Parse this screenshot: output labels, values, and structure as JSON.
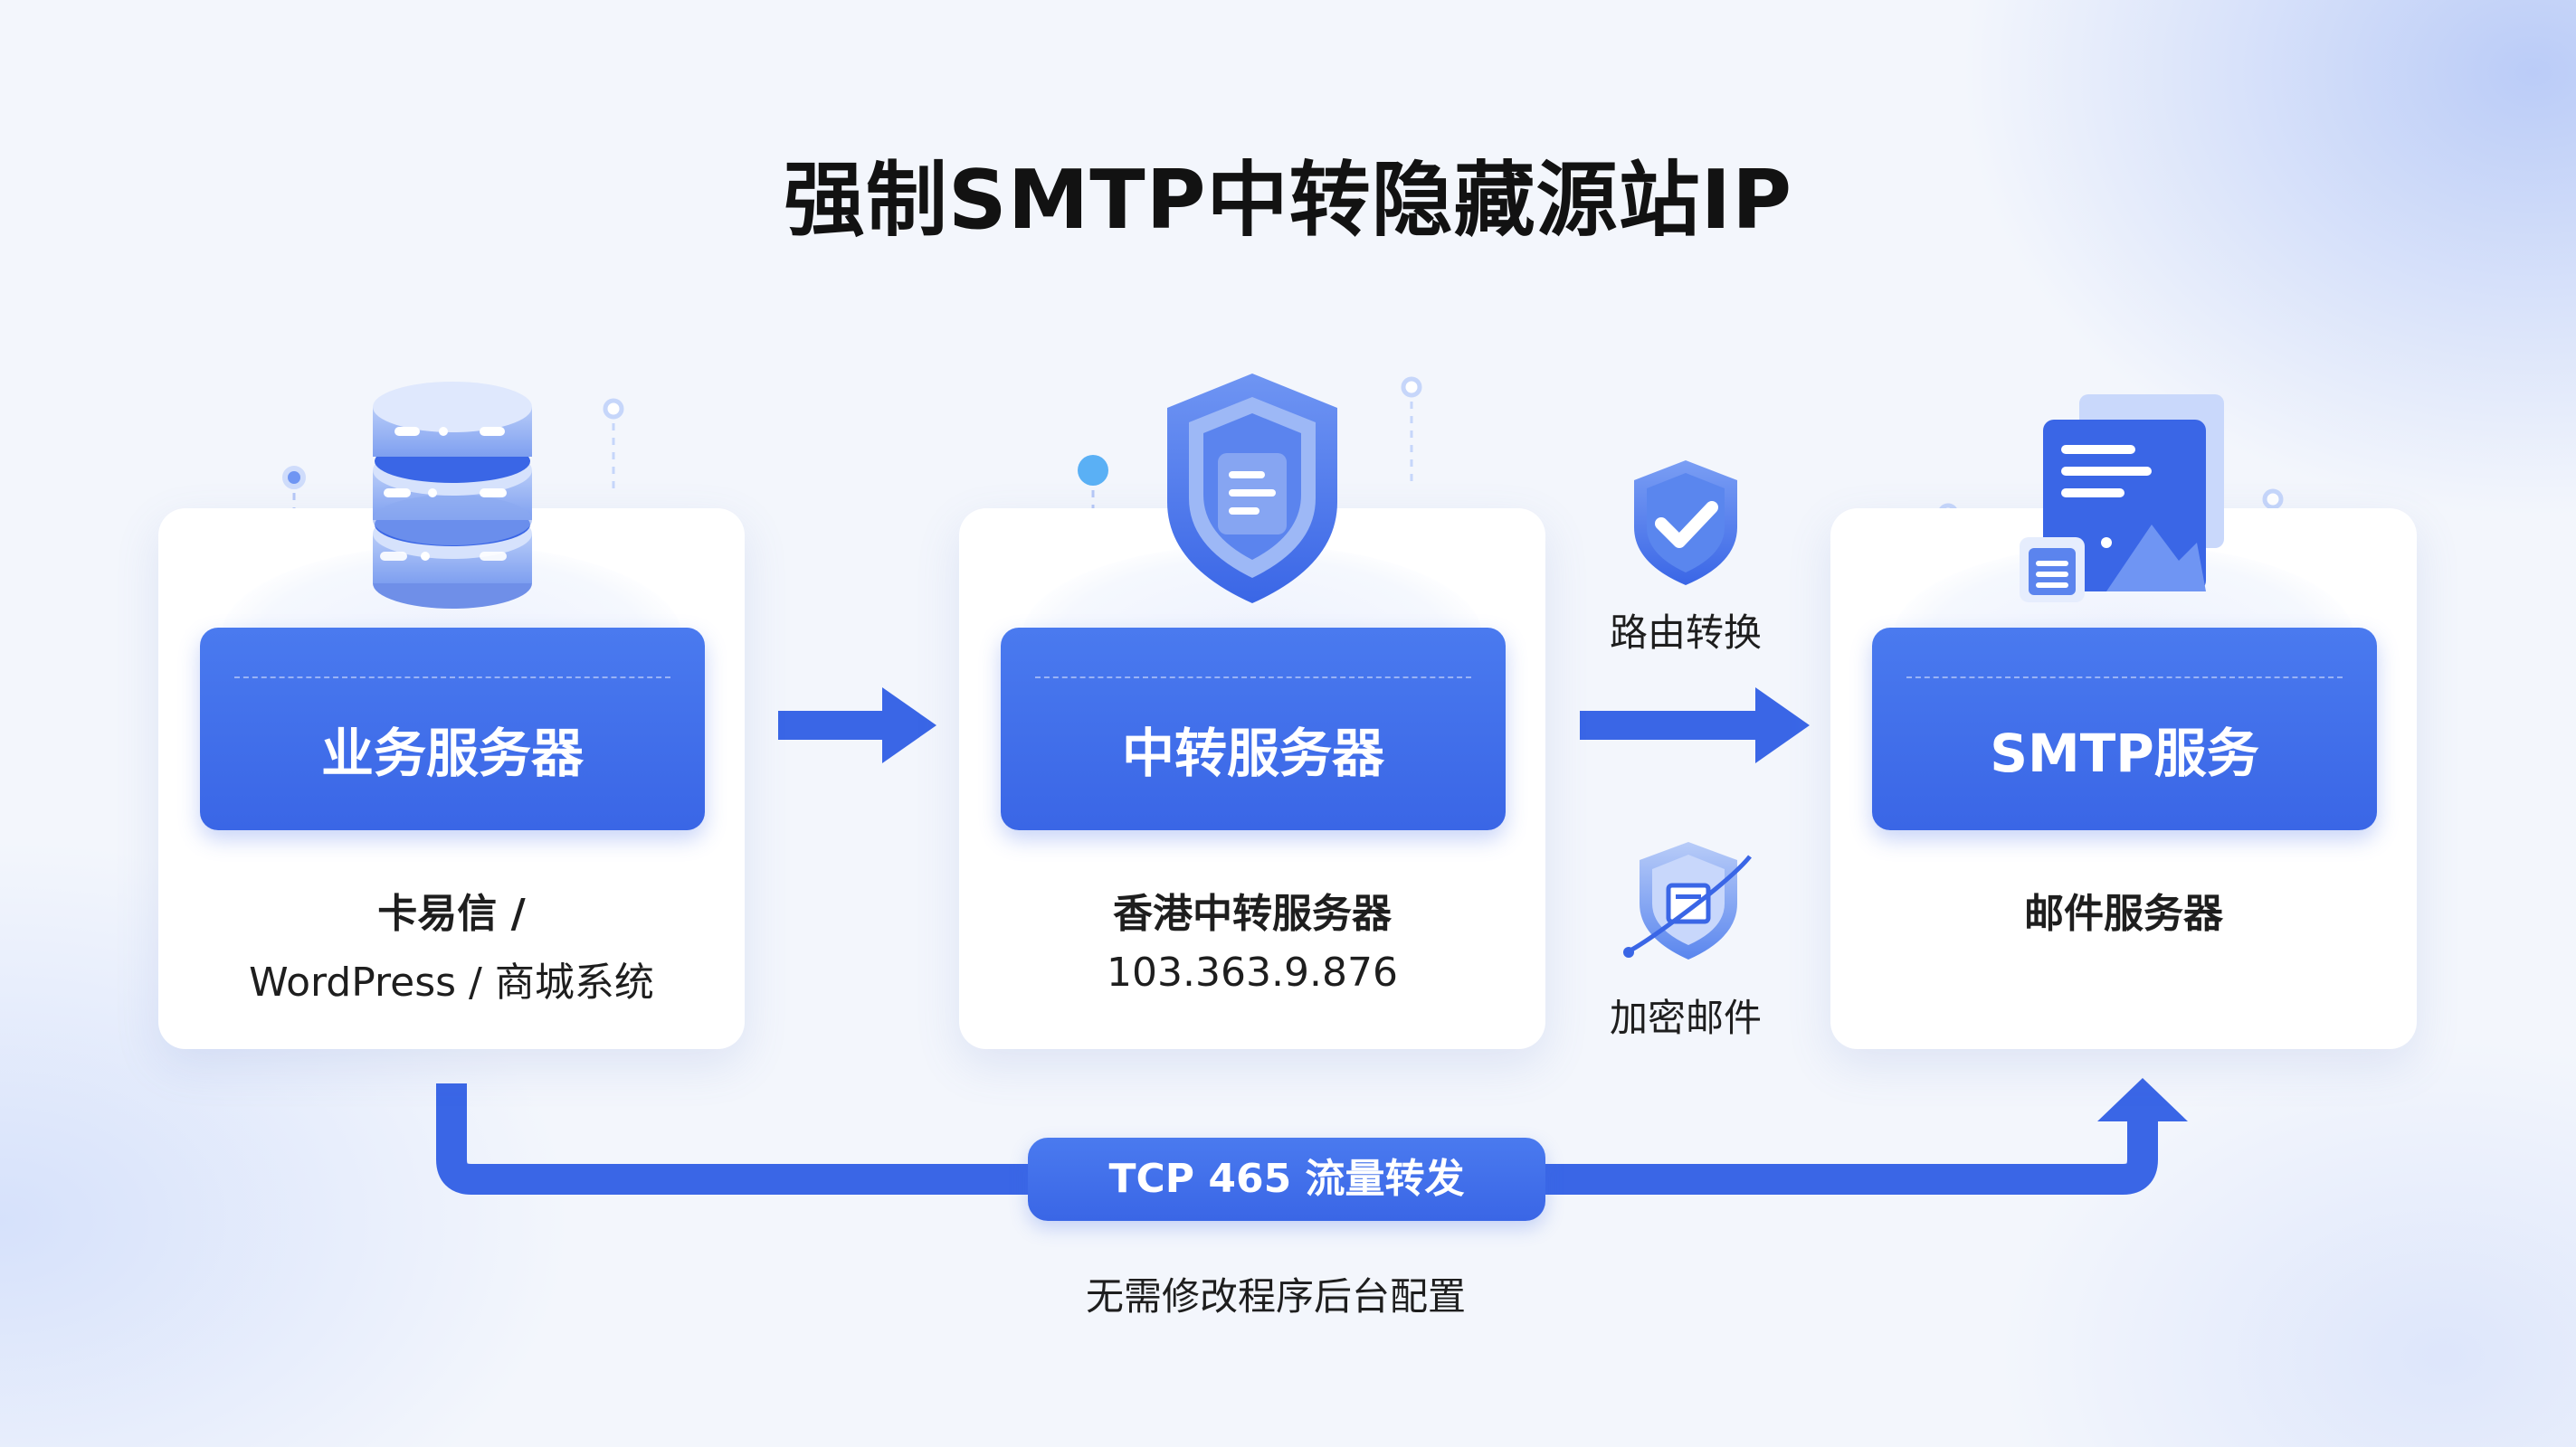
{
  "title": "强制SMTP中转隐藏源站IP",
  "nodes": [
    {
      "label": "业务服务器",
      "sub1": "卡易信 /",
      "sub2": "WordPress / 商城系统",
      "icon": "database-server-icon"
    },
    {
      "label": "中转服务器",
      "sub1": "香港中转服务器",
      "sub2": "103.363.9.876",
      "icon": "shield-document-icon"
    },
    {
      "label": "SMTP服务",
      "sub1": "邮件服务器",
      "sub2": "",
      "icon": "mail-document-icon"
    }
  ],
  "edge_labels": {
    "routing": "路由转换",
    "encrypted": "加密邮件"
  },
  "bottom_flow": {
    "label": "TCP 465 流量转发",
    "note": "无需修改程序后台配置"
  },
  "colors": {
    "accent": "#3a66e6",
    "accent_light": "#4a7aef",
    "title_text": "#121212",
    "card_bg": "#ffffff"
  }
}
